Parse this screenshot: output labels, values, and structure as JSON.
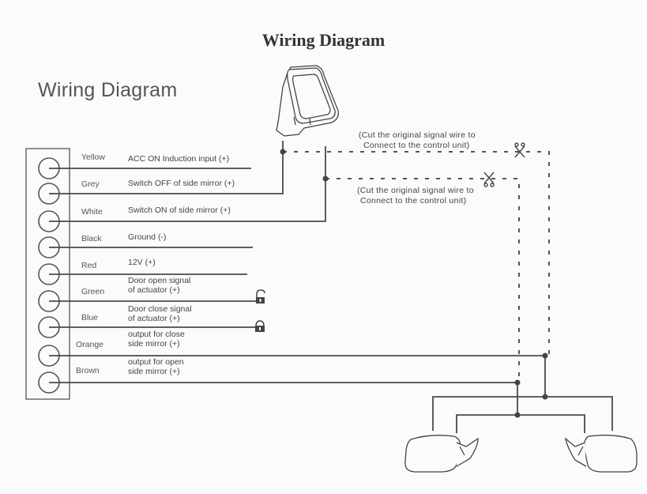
{
  "titles": {
    "main": "Wiring Diagram",
    "secondary": "Wiring Diagram"
  },
  "terminals": [
    {
      "color": "Yellow",
      "description": [
        "ACC ON Induction input (+)"
      ],
      "connects_to": "none"
    },
    {
      "color": "Grey",
      "description": [
        "Switch OFF of side mirror (+)"
      ],
      "connects_to": "mirror-switch"
    },
    {
      "color": "White",
      "description": [
        "Switch ON of side mirror (+)"
      ],
      "connects_to": "mirror-switch"
    },
    {
      "color": "Black",
      "description": [
        "Ground (-)"
      ],
      "connects_to": "none"
    },
    {
      "color": "Red",
      "description": [
        "12V (+)"
      ],
      "connects_to": "none"
    },
    {
      "color": "Green",
      "description": [
        "Door open signal",
        "of actuator (+)"
      ],
      "connects_to": "lock-unlocked"
    },
    {
      "color": "Blue",
      "description": [
        "Door close signal",
        "of actuator (+)"
      ],
      "connects_to": "lock-locked"
    },
    {
      "color": "Orange",
      "description": [
        "output for close",
        "side mirror (+)"
      ],
      "connects_to": "mirrors"
    },
    {
      "color": "Brown",
      "description": [
        "output for open",
        "side mirror (+)"
      ],
      "connects_to": "mirrors"
    }
  ],
  "notes": {
    "cut_upper": [
      "(Cut the original signal wire to",
      "Connect to the control unit)"
    ],
    "cut_lower": [
      "(Cut the original signal wire to",
      "Connect to the control unit)"
    ]
  },
  "icons": {
    "switch": "mirror-switch-icon",
    "scissors": "scissors-icon",
    "lock_open": "unlocked-padlock-icon",
    "lock_closed": "locked-padlock-icon",
    "mirror_left": "left-side-mirror-icon",
    "mirror_right": "right-side-mirror-icon"
  }
}
